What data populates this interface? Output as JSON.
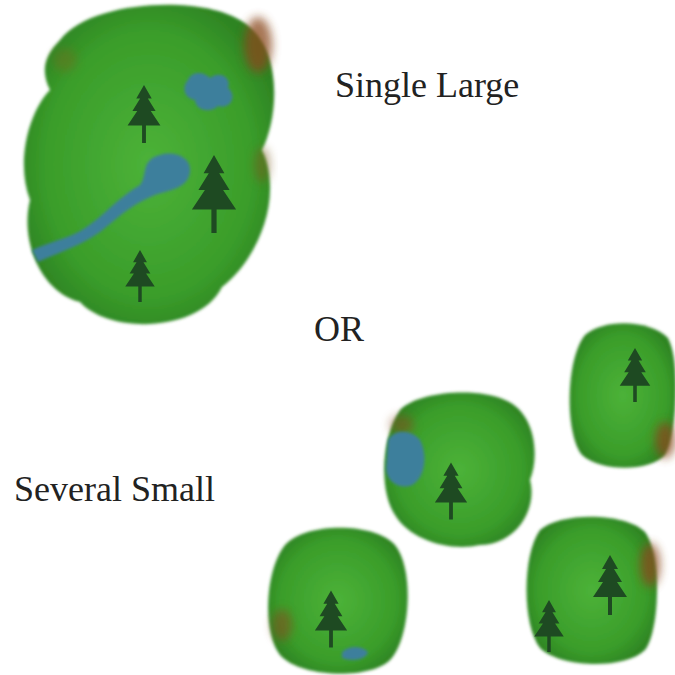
{
  "diagram": {
    "labels": [
      "Single Large",
      "OR",
      "Several Small"
    ]
  }
}
